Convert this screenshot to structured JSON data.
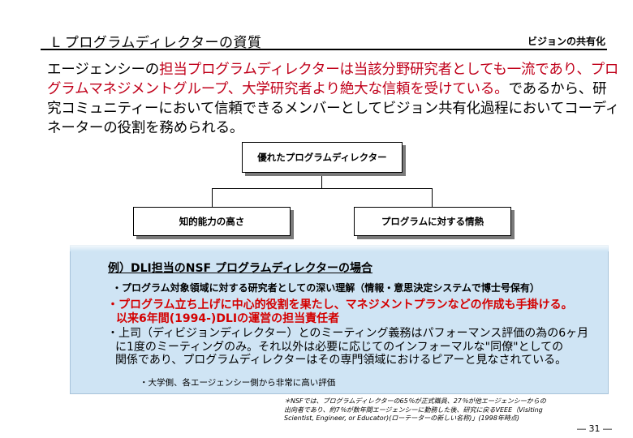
{
  "header": {
    "title": "L プログラムディレクターの資質",
    "section_tag": "ビジョンの共有化"
  },
  "intro": {
    "part1": "エージェンシーの",
    "part2_red": "担当プログラムディレクターは当該分野研究者としても一流であり、プログラムマネジメントグループ、大学研究者より絶大な信頼を受けている。",
    "part3": "であるから、研究コミュニティーにおいて信頼できるメンバーとしてビジョン共有化過程においてコーディネーターの役割を務められる。"
  },
  "diagram": {
    "top": "優れたプログラムディレクター",
    "left": "知的能力の高さ",
    "right": "プログラムに対する情熱"
  },
  "example": {
    "heading": "例）DLI担当のNSF プログラムディレクターの場合",
    "item1": "・プログラム対象領域に対する研究者としての深い理解（情報・意思決定システムで博士号保有）",
    "item2_line1": "・プログラム立ち上げに中心的役割を果たし、マネジメントプランなどの作成も手掛ける。",
    "item2_line2": "以来6年間(1994-)DLIの運営の担当責任者",
    "item3_line1": "・上司（ディビジョンディレクター）とのミーティング義務はパフォーマンス評価の為の6ヶ月",
    "item3_line2": "に1度のミーティングのみ。それ以外は必要に応じてのインフォーマルな\"同僚\"としての",
    "item3_line3": "関係であり、プログラムディレクターはその専門領域におけるピアーと見なされている。",
    "item4": "・大学側、各エージェンシー側から非常に高い評価"
  },
  "footnote": {
    "line1": "＊NSFでは、プログラムディレクターの65％が正式職員、27％が他エージェンシーからの",
    "line2": "出向者であり、約7％が数年間エージェンシーに勤務した後、研究に戻るVEEE（Visiting",
    "line3": "Scientist, Engineer, or Educator)(ローテーターの新しい名称)」(1998年時点)"
  },
  "page_number": "― 31 ―"
}
